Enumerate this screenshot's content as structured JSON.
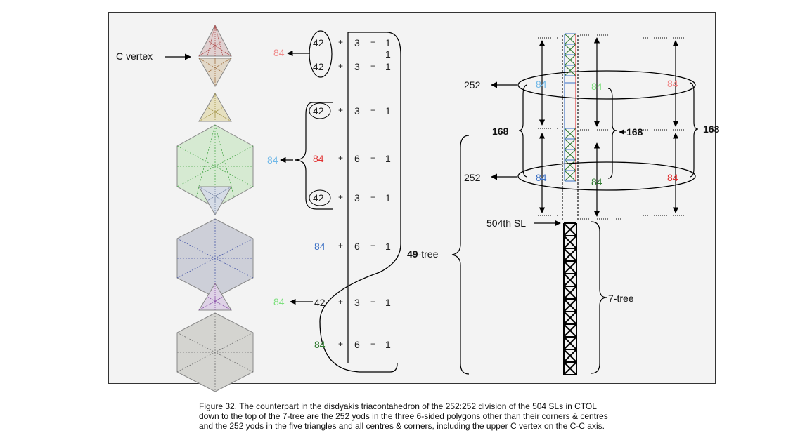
{
  "labels": {
    "c_vertex": "C vertex",
    "sum_84_top": "84",
    "sum_84_middle": "84",
    "sum_84_bottom": "84",
    "tree_49_num": "49",
    "tree_49_text": "-tree",
    "tree_7": "7-tree",
    "sl_504": "504th SL",
    "level_252_upper": "252",
    "level_252_lower": "252",
    "brace_168_left": "168",
    "brace_168_middle": "168",
    "brace_168_right": "168",
    "ellipse_upper": [
      "84",
      "84",
      "84"
    ],
    "ellipse_lower": [
      "84",
      "84",
      "84"
    ]
  },
  "rows": [
    {
      "a": "42",
      "op1": "+",
      "b": "3",
      "op2": "+",
      "c": "1"
    },
    {
      "a": "",
      "op1": "",
      "b": "",
      "op2": "",
      "c": "1"
    },
    {
      "a": "42",
      "op1": "+",
      "b": "3",
      "op2": "+",
      "c": "1"
    },
    {
      "a": "42",
      "op1": "+",
      "b": "3",
      "op2": "+",
      "c": "1"
    },
    {
      "a": "84",
      "op1": "+",
      "b": "6",
      "op2": "+",
      "c": "1"
    },
    {
      "a": "42",
      "op1": "+",
      "b": "3",
      "op2": "+",
      "c": "1"
    },
    {
      "a": "84",
      "op1": "+",
      "b": "6",
      "op2": "+",
      "c": "1"
    },
    {
      "a": "42",
      "op1": "+",
      "b": "3",
      "op2": "+",
      "c": "1"
    },
    {
      "a": "84",
      "op1": "+",
      "b": "6",
      "op2": "+",
      "c": "1"
    }
  ],
  "caption": [
    "Figure 32. The counterpart in the disdyakis triacontahedron of the 252:252 division of the 504 SLs in CTOL",
    "down to the top of the 7-tree are the 252 yods in the three 6-sided polygons other than their corners & centres",
    "and the 252 yods in the five triangles and all centres & corners, including the upper C vertex on the C-C axis."
  ],
  "colors": {
    "pink": "#f08a8a",
    "light_blue": "#6fb8e8",
    "blue": "#3a6fc4",
    "red": "#e23232",
    "light_green": "#7ee07e",
    "green": "#2f7a2f"
  }
}
